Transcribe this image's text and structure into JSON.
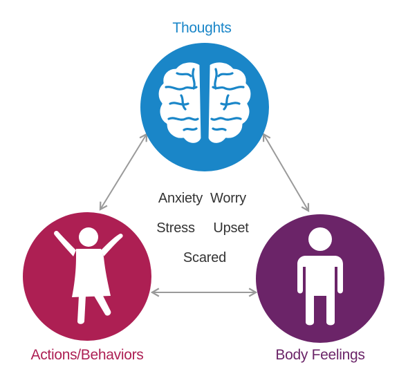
{
  "nodes": {
    "thoughts": {
      "label": "Thoughts",
      "color": "#1a86c8"
    },
    "actions": {
      "label": "Actions/Behaviors",
      "color": "#ad1f53"
    },
    "body_feelings": {
      "label": "Body Feelings",
      "color": "#6b2468"
    }
  },
  "emotions": [
    "Anxiety",
    "Worry",
    "Stress",
    "Upset",
    "Scared"
  ],
  "arrow_color": "#9a9a9a",
  "icons": {
    "thoughts": "brain-icon",
    "actions": "dancing-child-icon",
    "body_feelings": "standing-person-icon"
  }
}
